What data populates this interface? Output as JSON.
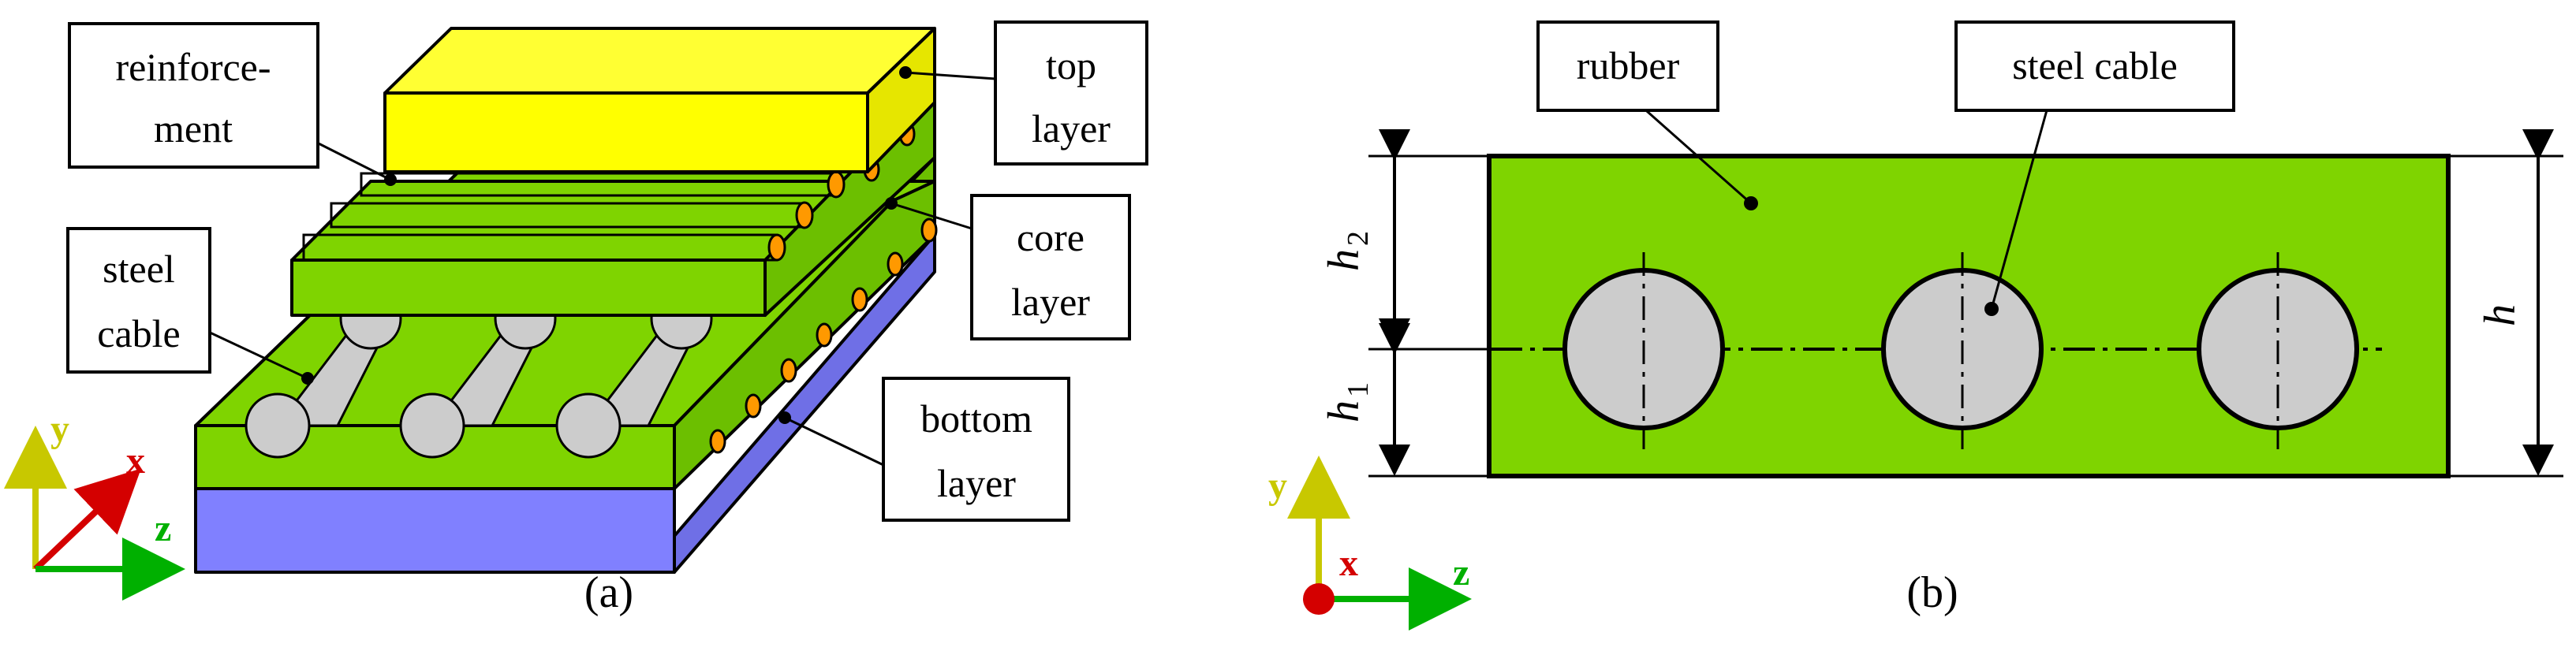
{
  "panel_a": {
    "caption": "(a)",
    "labels": {
      "reinforcement_line1": "reinforce-",
      "reinforcement_line2": "ment",
      "steel_cable_line1": "steel",
      "steel_cable_line2": "cable",
      "top_layer_line1": "top",
      "top_layer_line2": "layer",
      "core_layer_line1": "core",
      "core_layer_line2": "layer",
      "bottom_layer_line1": "bottom",
      "bottom_layer_line2": "layer"
    },
    "axes": {
      "y": "y",
      "x": "x",
      "z": "z"
    }
  },
  "panel_b": {
    "caption": "(b)",
    "labels": {
      "rubber": "rubber",
      "steel_cable": "steel cable"
    },
    "dimensions": {
      "h2": "h",
      "h2_sub": "2",
      "h1": "h",
      "h1_sub": "1",
      "h": "h"
    },
    "axes": {
      "y": "y",
      "x": "x",
      "z": "z"
    }
  },
  "colors": {
    "top_layer": "#ffff00",
    "core_layer": "#7fd400",
    "bottom_layer": "#8080ff",
    "reinforcement": "#ff9900",
    "steel_cable": "#cccccc",
    "axis_y": "#c8c800",
    "axis_x": "#d40000",
    "axis_z": "#00b000"
  }
}
